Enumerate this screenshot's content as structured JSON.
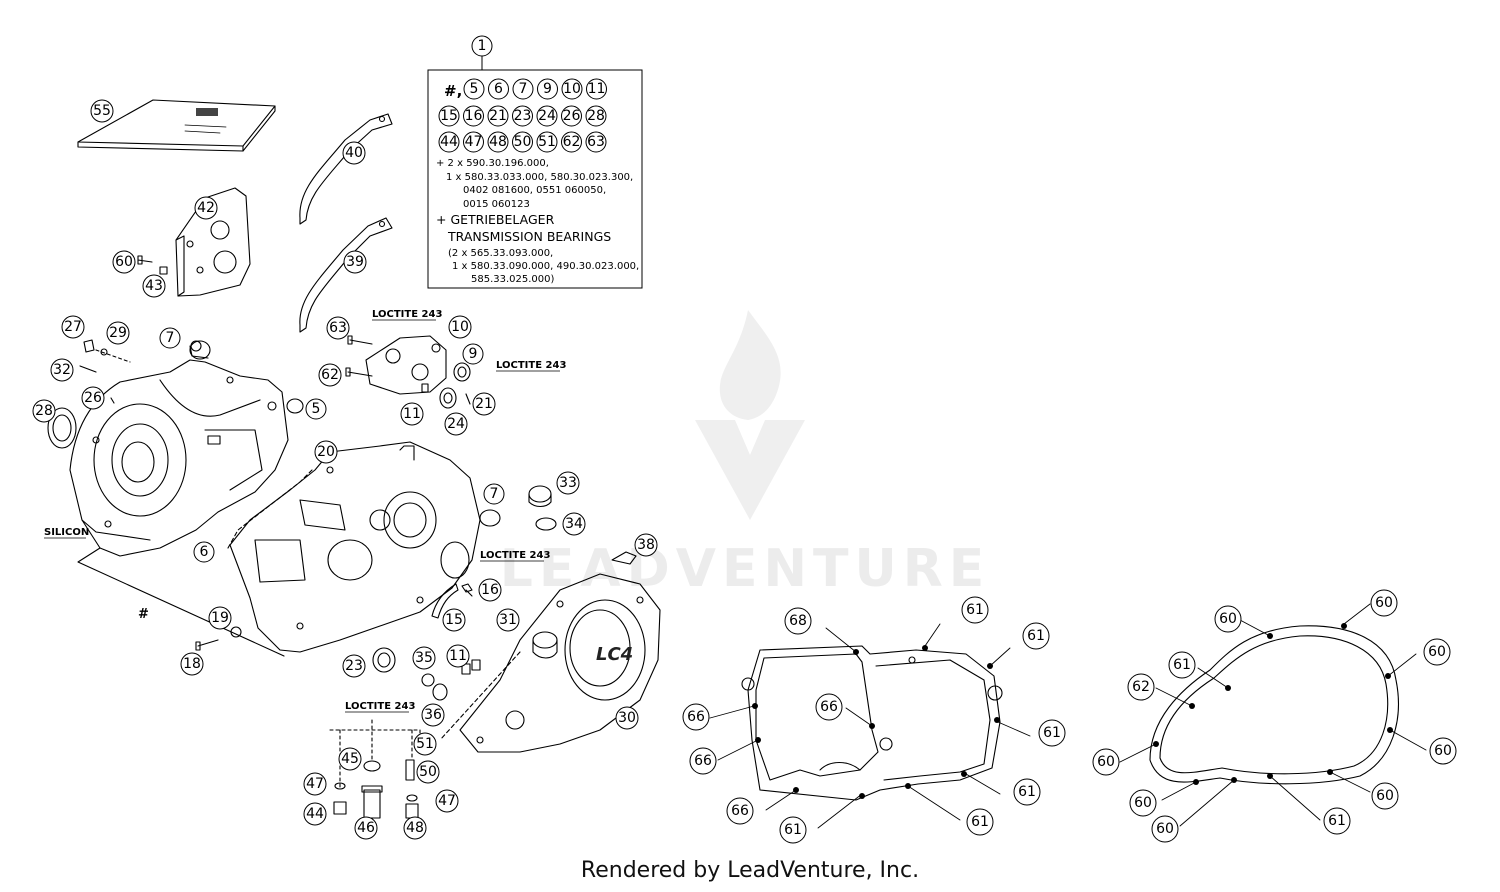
{
  "kit_box": {
    "header_symbol": "#,",
    "circled_row1": [
      "5",
      "6",
      "7",
      "9",
      "10",
      "11"
    ],
    "circled_row2": [
      "15",
      "16",
      "21",
      "23",
      "24",
      "26",
      "28"
    ],
    "circled_row3": [
      "44",
      "47",
      "48",
      "50",
      "51",
      "62",
      "63"
    ],
    "line1": "+ 2 x 590.30.196.000,",
    "line2": "1 x 580.33.033.000, 580.30.023.300,",
    "line3": "0402 081600, 0551 060050,",
    "line4": "0015 060123",
    "heading1": "+ GETRIEBELAGER",
    "heading2": "TRANSMISSION BEARINGS",
    "line5": "(2 x 565.33.093.000,",
    "line6": "1 x 580.33.090.000, 490.30.023.000,",
    "line7": "585.33.025.000)"
  },
  "annotations": {
    "loctite_a": "LOCTITE 243",
    "loctite_b": "LOCTITE 243",
    "loctite_c": "LOCTITE 243",
    "loctite_d": "LOCTITE 243",
    "silicon": "SILICON",
    "hash_marker": "#",
    "cover_logo": "LC4"
  },
  "watermark": "LEADVENTURE",
  "footer": "Rendered by LeadVenture, Inc."
}
